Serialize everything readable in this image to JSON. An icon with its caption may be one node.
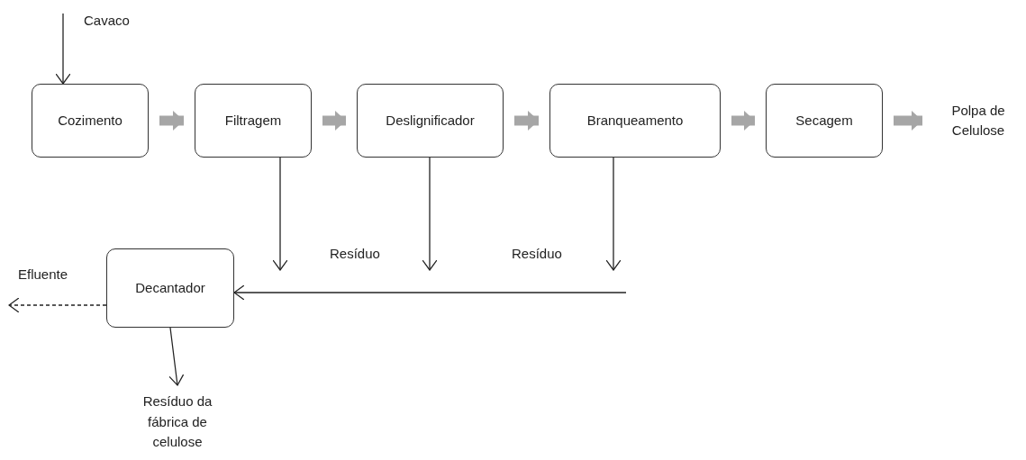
{
  "diagram": {
    "nodes": [
      {
        "text": [
          "Cozimento"
        ]
      },
      {
        "text": [
          "Filtragem"
        ]
      },
      {
        "text": [
          "Deslignificador"
        ]
      },
      {
        "text": [
          "Branqueamento"
        ]
      },
      {
        "text": [
          "Secagem"
        ]
      },
      {
        "text": [
          "Polpa de Celulose"
        ]
      },
      {
        "text": [
          "Decantador"
        ]
      },
      {
        "text": [
          "Resíduo da fábrica de celulose"
        ]
      }
    ],
    "edges": [
      {
        "from": null,
        "to": 0,
        "arrow": "to",
        "label": "Cavaco"
      },
      {
        "from": 0,
        "to": 1,
        "arrow": "to",
        "style": "thick",
        "color": "#a6a6a6"
      },
      {
        "from": 1,
        "to": 2,
        "arrow": "to",
        "style": "thick",
        "color": "#a6a6a6"
      },
      {
        "from": 2,
        "to": 3,
        "arrow": "to",
        "style": "thick",
        "color": "#a6a6a6"
      },
      {
        "from": 3,
        "to": 4,
        "arrow": "to",
        "style": "thick",
        "color": "#a6a6a6"
      },
      {
        "from": 4,
        "to": 5,
        "arrow": "to",
        "style": "thick",
        "color": "#a6a6a6"
      },
      {
        "from": 1,
        "to": null,
        "arrow": "to"
      },
      {
        "from": 2,
        "to": null,
        "arrow": "to",
        "label": "Resíduo"
      },
      {
        "from": 3,
        "to": null,
        "arrow": "to",
        "label": "Resíduo"
      },
      {
        "from": null,
        "to": 6,
        "arrow": "to"
      },
      {
        "from": 6,
        "to": null,
        "arrow": "to",
        "style": "dashed",
        "label": "Efluente"
      },
      {
        "from": 6,
        "to": 7,
        "arrow": "to"
      }
    ]
  }
}
